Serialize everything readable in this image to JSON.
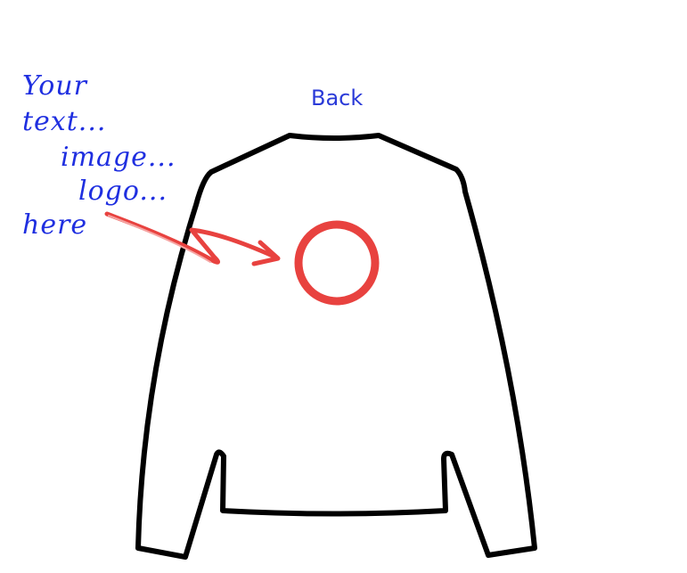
{
  "view_label": "Back",
  "callout": {
    "lines": [
      "Your",
      "text...",
      "image...",
      "logo...",
      "here"
    ]
  },
  "colors": {
    "text_blue": "#1f2fe0",
    "marker_red": "#e8423f",
    "outline": "#000000"
  },
  "icons": [
    "sweater-outline-icon",
    "placement-circle-icon",
    "arrow-icon"
  ]
}
